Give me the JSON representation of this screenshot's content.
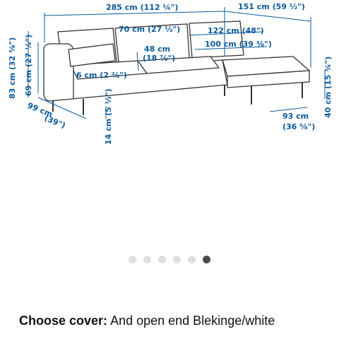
{
  "dimensions": {
    "total_width": "285 cm (112 ¼\")",
    "chaise_width": "151 cm (59 ½\")",
    "seat_width": "70 cm (27 ½\")",
    "chaise_length": "122 cm (48\")",
    "seat_depth_a": "48 cm",
    "seat_depth_a_in": "(18 ⅞\")",
    "chaise_seat": "100 cm (39 ⅜\")",
    "arm_width": "6 cm (2 ⅜\")",
    "height": "83 cm (32 ⅝\")",
    "back_height": "69 cm (27 ⅛\")",
    "depth": "99 cm",
    "depth_in": "(39\")",
    "leg_height": "14 cm (5 ½\")",
    "chaise_depth": "93 cm",
    "chaise_depth_in": "(36 ⅝\")",
    "seat_height": "40 cm (15 ¾\")"
  },
  "carousel": {
    "count": 6,
    "active_index": 5
  },
  "cover": {
    "label": "Choose cover:",
    "value": "And open end Blekinge/white"
  }
}
